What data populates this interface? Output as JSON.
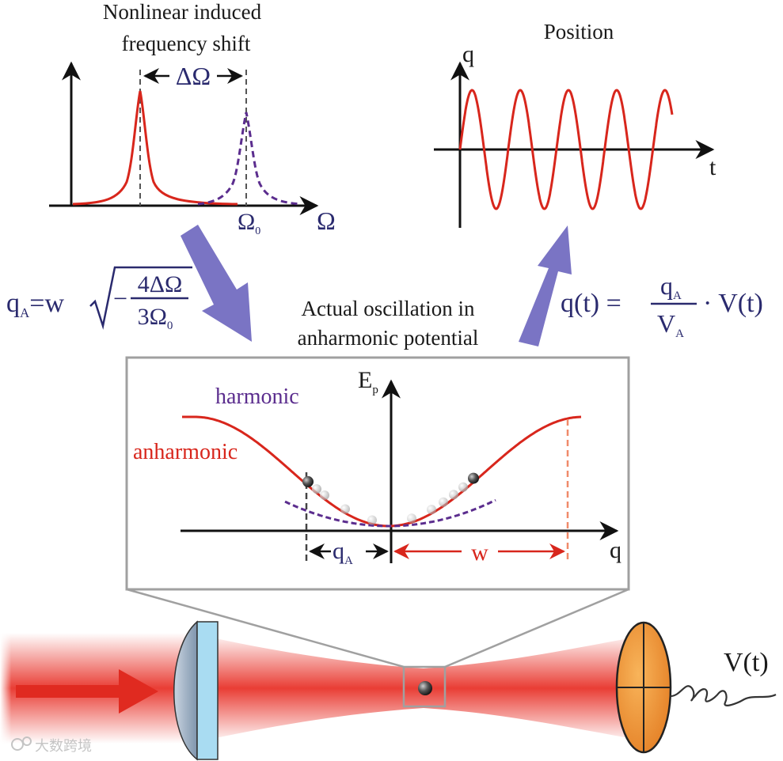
{
  "top_left_panel": {
    "title_line1": "Nonlinear induced",
    "title_line2": "frequency shift",
    "shift_label": "ΔΩ",
    "center_label": "Ω",
    "center_label_sub": "0",
    "axis_label": "Ω"
  },
  "top_right_panel": {
    "title": "Position",
    "y_label": "q",
    "x_label": "t"
  },
  "formula_left": {
    "lhs": "q",
    "lhs_sub": "A",
    "eq": "=w",
    "minus": "−",
    "numerator": "4ΔΩ",
    "denominator": "3Ω",
    "denominator_sub": "0"
  },
  "formula_right": {
    "lhs": "q(t) =",
    "num": "q",
    "num_sub": "A",
    "den": "V",
    "den_sub": "A",
    "rhs": "· V(t)"
  },
  "middle_caption": {
    "line1": "Actual oscillation in",
    "line2": "anharmonic potential"
  },
  "potential_panel": {
    "y_label": "E",
    "y_label_sub": "p",
    "x_label": "q",
    "harmonic_label": "harmonic",
    "anharmonic_label": "anharmonic",
    "qa_label": "q",
    "qa_label_sub": "A",
    "w_label": "w"
  },
  "bottom": {
    "voltage_label": "V(t)",
    "watermark": "大数跨境"
  },
  "colors": {
    "red": "#d8261c",
    "navy": "#2a2a6e",
    "purple": "#5b2d8e",
    "arrow_purple": "#7a74c4",
    "lens_blue": "#a9dcf2",
    "detector_orange": "#f29a3c"
  }
}
